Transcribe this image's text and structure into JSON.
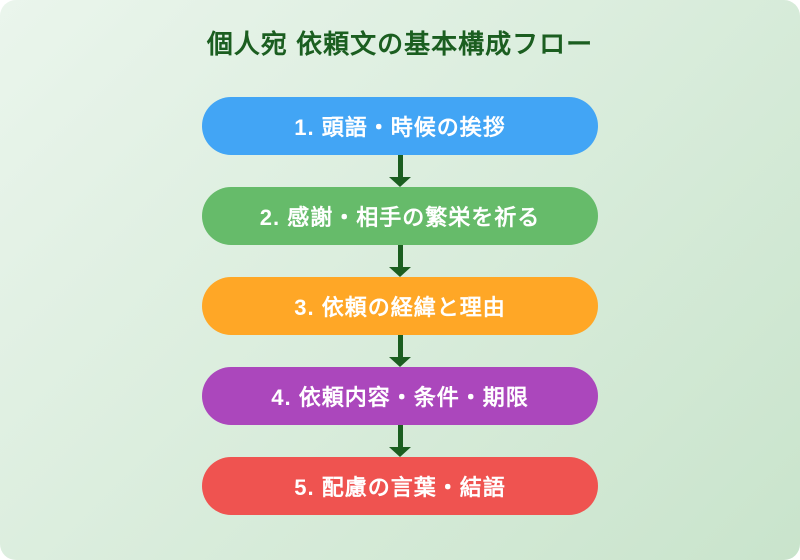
{
  "title": {
    "text": "個人宛 依頼文の基本構成フロー",
    "color": "#1B5E20"
  },
  "flow": {
    "steps": [
      {
        "label": "1. 頭語・時候の挨拶",
        "color": "#42A5F5"
      },
      {
        "label": "2. 感謝・相手の繁栄を祈る",
        "color": "#66BB6A"
      },
      {
        "label": "3. 依頼の経緯と理由",
        "color": "#FFA726"
      },
      {
        "label": "4. 依頼内容・条件・期限",
        "color": "#AB47BC"
      },
      {
        "label": "5. 配慮の言葉・結語",
        "color": "#EF5350"
      }
    ],
    "arrow_color": "#1B5E20"
  },
  "background": {
    "gradient_start": "#EAF5EC",
    "gradient_end": "#C9E4CC"
  }
}
